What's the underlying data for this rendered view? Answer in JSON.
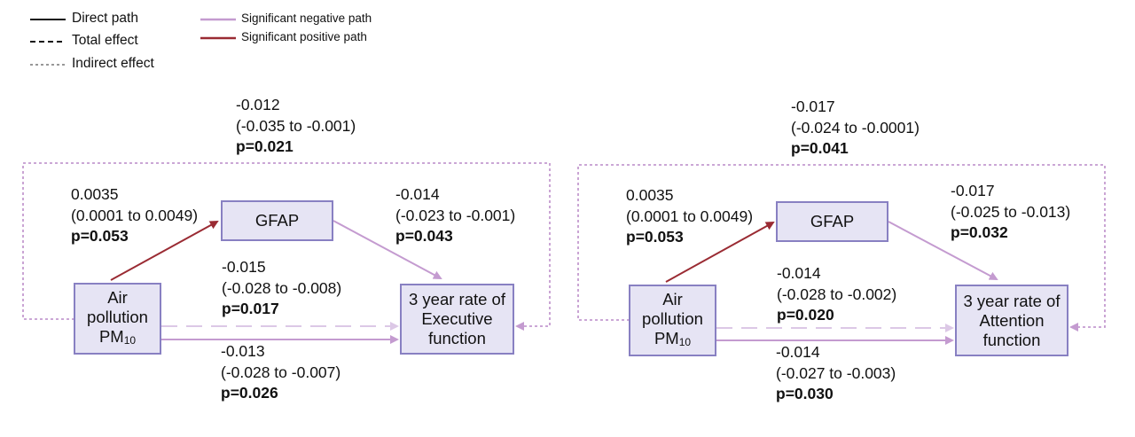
{
  "legend": {
    "direct": "Direct path",
    "total": "Total effect",
    "indirect": "Indirect effect",
    "negative": "Significant negative path",
    "positive": "Significant positive path"
  },
  "colors": {
    "negative": "#c49bd0",
    "positive": "#9a2b33",
    "node_fill": "#e6e4f4",
    "node_border": "#8880c2"
  },
  "panels": [
    {
      "nodes": {
        "exposure": {
          "line1": "Air",
          "line2": "pollution",
          "line3": "PM",
          "sub": "10"
        },
        "mediator": "GFAP",
        "outcome": {
          "line1": "3 year rate of",
          "line2": "Executive",
          "line3": "function"
        }
      },
      "indirect": {
        "est": "-0.012",
        "ci": "(-0.035 to -0.001)",
        "p": "p=0.021"
      },
      "a_path": {
        "est": "0.0035",
        "ci": "(0.0001 to 0.0049)",
        "p": "p=0.053"
      },
      "b_path": {
        "est": "-0.014",
        "ci": "(-0.023 to -0.001)",
        "p": "p=0.043"
      },
      "total": {
        "est": "-0.015",
        "ci": "(-0.028 to -0.008)",
        "p": "p=0.017"
      },
      "direct": {
        "est": "-0.013",
        "ci": "(-0.028 to -0.007)",
        "p": "p=0.026"
      }
    },
    {
      "nodes": {
        "exposure": {
          "line1": "Air",
          "line2": "pollution",
          "line3": "PM",
          "sub": "10"
        },
        "mediator": "GFAP",
        "outcome": {
          "line1": "3 year rate of",
          "line2": "Attention",
          "line3": "function"
        }
      },
      "indirect": {
        "est": "-0.017",
        "ci": "(-0.024 to -0.0001)",
        "p": "p=0.041"
      },
      "a_path": {
        "est": "0.0035",
        "ci": "(0.0001 to 0.0049)",
        "p": "p=0.053"
      },
      "b_path": {
        "est": "-0.017",
        "ci": "(-0.025 to -0.013)",
        "p": "p=0.032"
      },
      "total": {
        "est": "-0.014",
        "ci": "(-0.028 to -0.002)",
        "p": "p=0.020"
      },
      "direct": {
        "est": "-0.014",
        "ci": "(-0.027 to -0.003)",
        "p": "p=0.030"
      }
    }
  ]
}
